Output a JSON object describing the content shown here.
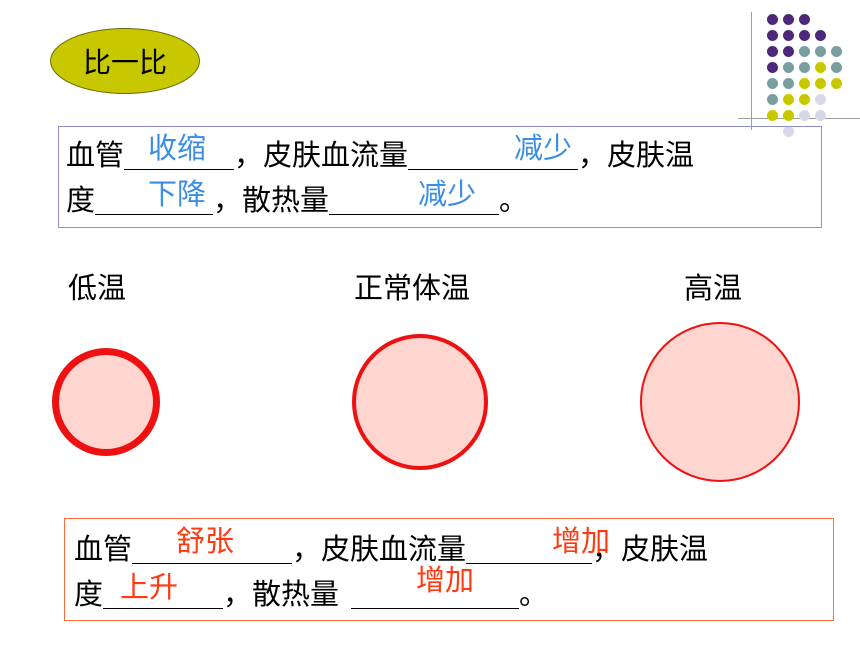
{
  "badge": {
    "label": "比一比"
  },
  "top": {
    "line1": {
      "a": "血管",
      "b": "，皮肤血流量",
      "c": "，皮肤温"
    },
    "line2": {
      "a": "度",
      "b": "，散热量",
      "c": "。"
    },
    "answers": {
      "vessel": "收缩",
      "blood_flow": "减少",
      "skin_temp": "下降",
      "heat_loss": "减少"
    }
  },
  "temps": {
    "low": "低温",
    "normal": "正常体温",
    "high": "高温"
  },
  "bottom": {
    "line1": {
      "a": "血管",
      "b": "，皮肤血流量",
      "c": "，皮肤温"
    },
    "line2": {
      "a": "度",
      "b": "，散热量",
      "c": "。"
    },
    "answers": {
      "vessel": "舒张",
      "blood_flow": "增加",
      "skin_temp": "上升",
      "heat_loss": "增加"
    }
  },
  "colors": {
    "accent_blue": "#3a8ee6",
    "accent_red": "#ff3a10",
    "circle_fill": "#ffd5cf",
    "circle_stroke": "#ee1111",
    "badge_fill": "#c8c800"
  }
}
